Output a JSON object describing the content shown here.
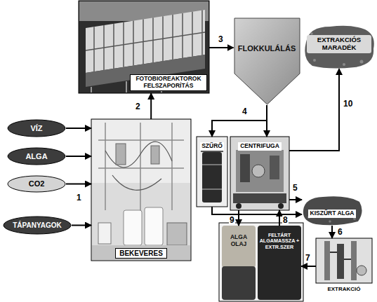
{
  "diagram": {
    "nodes": [
      {
        "text": [
          "VÍZ"
        ]
      },
      {
        "text": [
          "ALGA"
        ]
      },
      {
        "text": [
          "CO2"
        ]
      },
      {
        "text": [
          "TÁPANYAGOK"
        ]
      },
      {
        "text": [
          "BEKEVERES"
        ]
      },
      {
        "text": [
          "FOTOBIOREAKTOROK FELSZAPORÍTÁS"
        ]
      },
      {
        "text": [
          "FLOKKULÁLÁS"
        ]
      },
      {
        "text": [
          "EXTRAKCIÓS MARADÉK"
        ]
      },
      {
        "text": [
          "SZŰRŐ"
        ]
      },
      {
        "text": [
          "CENTRIFUGA"
        ]
      },
      {
        "text": [
          "KISZŰRT ALGA"
        ]
      },
      {
        "text": [
          "EXTRAKCIÓ"
        ]
      },
      {
        "text": [
          "ALGA OLAJ"
        ]
      },
      {
        "text": [
          "FELTÁRT ALGAMASSZA + EXTR.SZER"
        ]
      }
    ],
    "edges": [
      {
        "from": 0,
        "to": 4,
        "arrow": "to"
      },
      {
        "from": 1,
        "to": 4,
        "arrow": "to"
      },
      {
        "from": 2,
        "to": 4,
        "arrow": "to"
      },
      {
        "from": 3,
        "to": 4,
        "arrow": "to"
      },
      {
        "from": 4,
        "to": 5,
        "arrow": "to"
      },
      {
        "from": 5,
        "to": 6,
        "arrow": "to"
      },
      {
        "from": 6,
        "to": 8,
        "arrow": "to"
      },
      {
        "from": 6,
        "to": 9,
        "arrow": "to"
      },
      {
        "from": 8,
        "to": 10,
        "arrow": "to"
      },
      {
        "from": 9,
        "to": 10,
        "arrow": "to"
      },
      {
        "from": 10,
        "to": 11,
        "arrow": "to"
      },
      {
        "from": 11,
        "to": 13,
        "arrow": "to"
      },
      {
        "from": 13,
        "to": 9,
        "arrow": "to"
      },
      {
        "from": 9,
        "to": 12,
        "arrow": "to"
      },
      {
        "from": 9,
        "to": 7,
        "arrow": "to"
      }
    ],
    "labels": [
      "1",
      "2",
      "3",
      "4",
      "5",
      "6",
      "7",
      "8",
      "9",
      "10"
    ]
  }
}
